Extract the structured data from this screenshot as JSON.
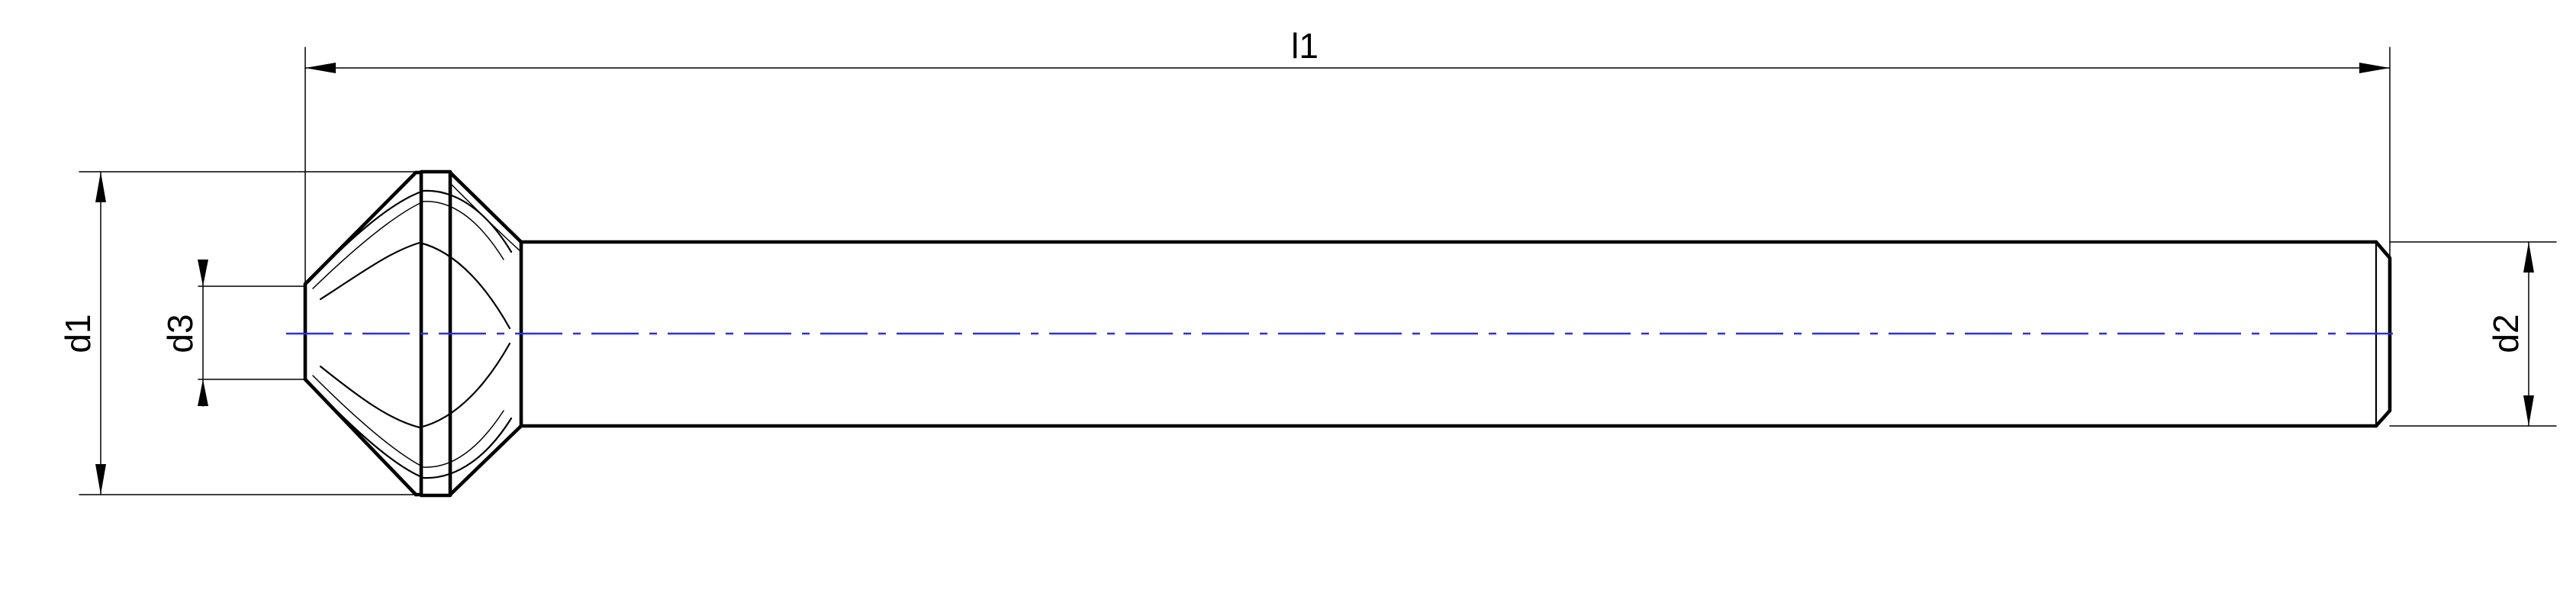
{
  "colors": {
    "outline": "#000000",
    "centerline": "#2b2bff",
    "background": "#ffffff"
  },
  "dimensions": {
    "l1": "l1",
    "d1": "d1",
    "d2": "d2",
    "d3": "d3"
  }
}
